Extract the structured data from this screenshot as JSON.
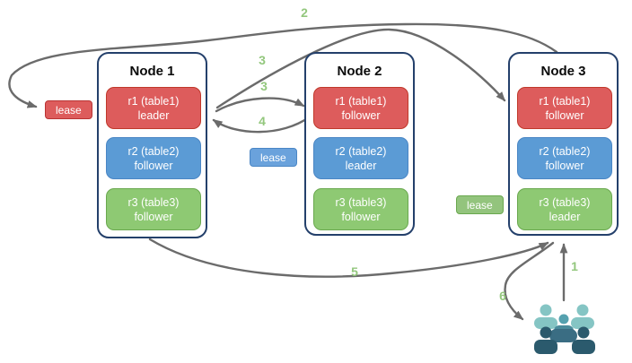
{
  "diagram": {
    "background": "#ffffff",
    "description_visible_elements": "three node cards with replica boxes, lease badges, numbered arrows, users icon"
  },
  "nodes": [
    {
      "title": "Node 1",
      "replicas": [
        {
          "name": "r1 (table1)",
          "role": "leader",
          "color": "red"
        },
        {
          "name": "r2 (table2)",
          "role": "follower",
          "color": "blue"
        },
        {
          "name": "r3 (table3)",
          "role": "follower",
          "color": "green"
        }
      ]
    },
    {
      "title": "Node 2",
      "replicas": [
        {
          "name": "r1 (table1)",
          "role": "follower",
          "color": "red"
        },
        {
          "name": "r2 (table2)",
          "role": "leader",
          "color": "blue"
        },
        {
          "name": "r3 (table3)",
          "role": "follower",
          "color": "green"
        }
      ]
    },
    {
      "title": "Node 3",
      "replicas": [
        {
          "name": "r1 (table1)",
          "role": "follower",
          "color": "red"
        },
        {
          "name": "r2 (table2)",
          "role": "follower",
          "color": "blue"
        },
        {
          "name": "r3 (table3)",
          "role": "leader",
          "color": "green"
        }
      ]
    }
  ],
  "leases": [
    {
      "label": "lease",
      "color": "red"
    },
    {
      "label": "lease",
      "color": "blue"
    },
    {
      "label": "lease",
      "color": "green"
    }
  ],
  "flow": {
    "step_1": "1",
    "step_2": "2",
    "step_3a": "3",
    "step_3b": "3",
    "step_4": "4",
    "step_5": "5",
    "step_6": "6"
  },
  "icons": {
    "users": "users-icon"
  },
  "colors": {
    "replica_red": "#dd5c5c",
    "replica_red_border": "#c0392b",
    "replica_blue": "#5b9bd5",
    "replica_blue_border": "#4a86c5",
    "replica_green": "#8ec973",
    "replica_green_border": "#6aa84f",
    "node_border": "#24406b",
    "arrow_gray": "#6b6b6b",
    "step_label_green": "#93c77d",
    "users_light_teal": "#85c5c4",
    "users_medium_teal": "#55a1af",
    "users_dark_slate": "#2b5a6d"
  }
}
